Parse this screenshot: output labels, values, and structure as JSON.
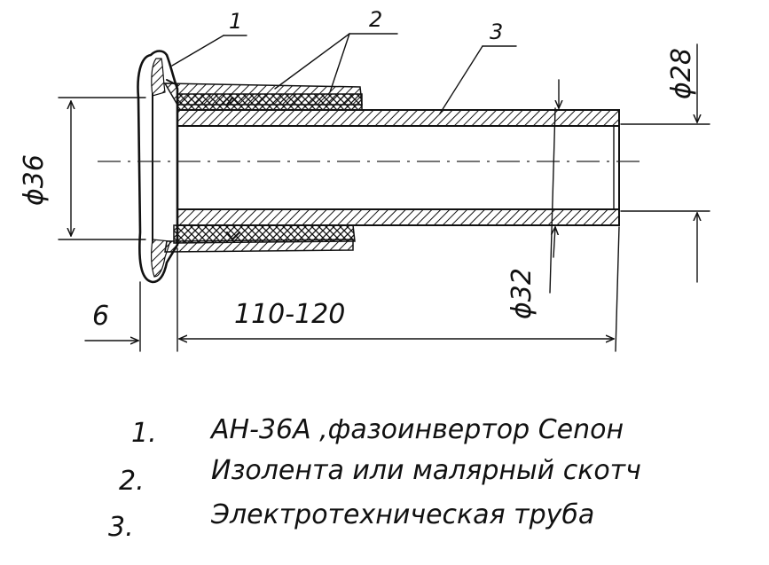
{
  "callouts": {
    "c1": "1",
    "c2": "2",
    "c3": "3"
  },
  "dimensions": {
    "outer_diameter": "ϕ36",
    "pipe_outer": "ϕ28",
    "pipe_inner": "ϕ32",
    "flange_thickness": "6",
    "length": "110-120"
  },
  "legend": [
    {
      "num": "1.",
      "text": "АН-36А ,фазоинвертор Сenон"
    },
    {
      "num": "2.",
      "text": "Изолента или малярный скотч"
    },
    {
      "num": "3.",
      "text": "Электротехническая труба"
    }
  ]
}
